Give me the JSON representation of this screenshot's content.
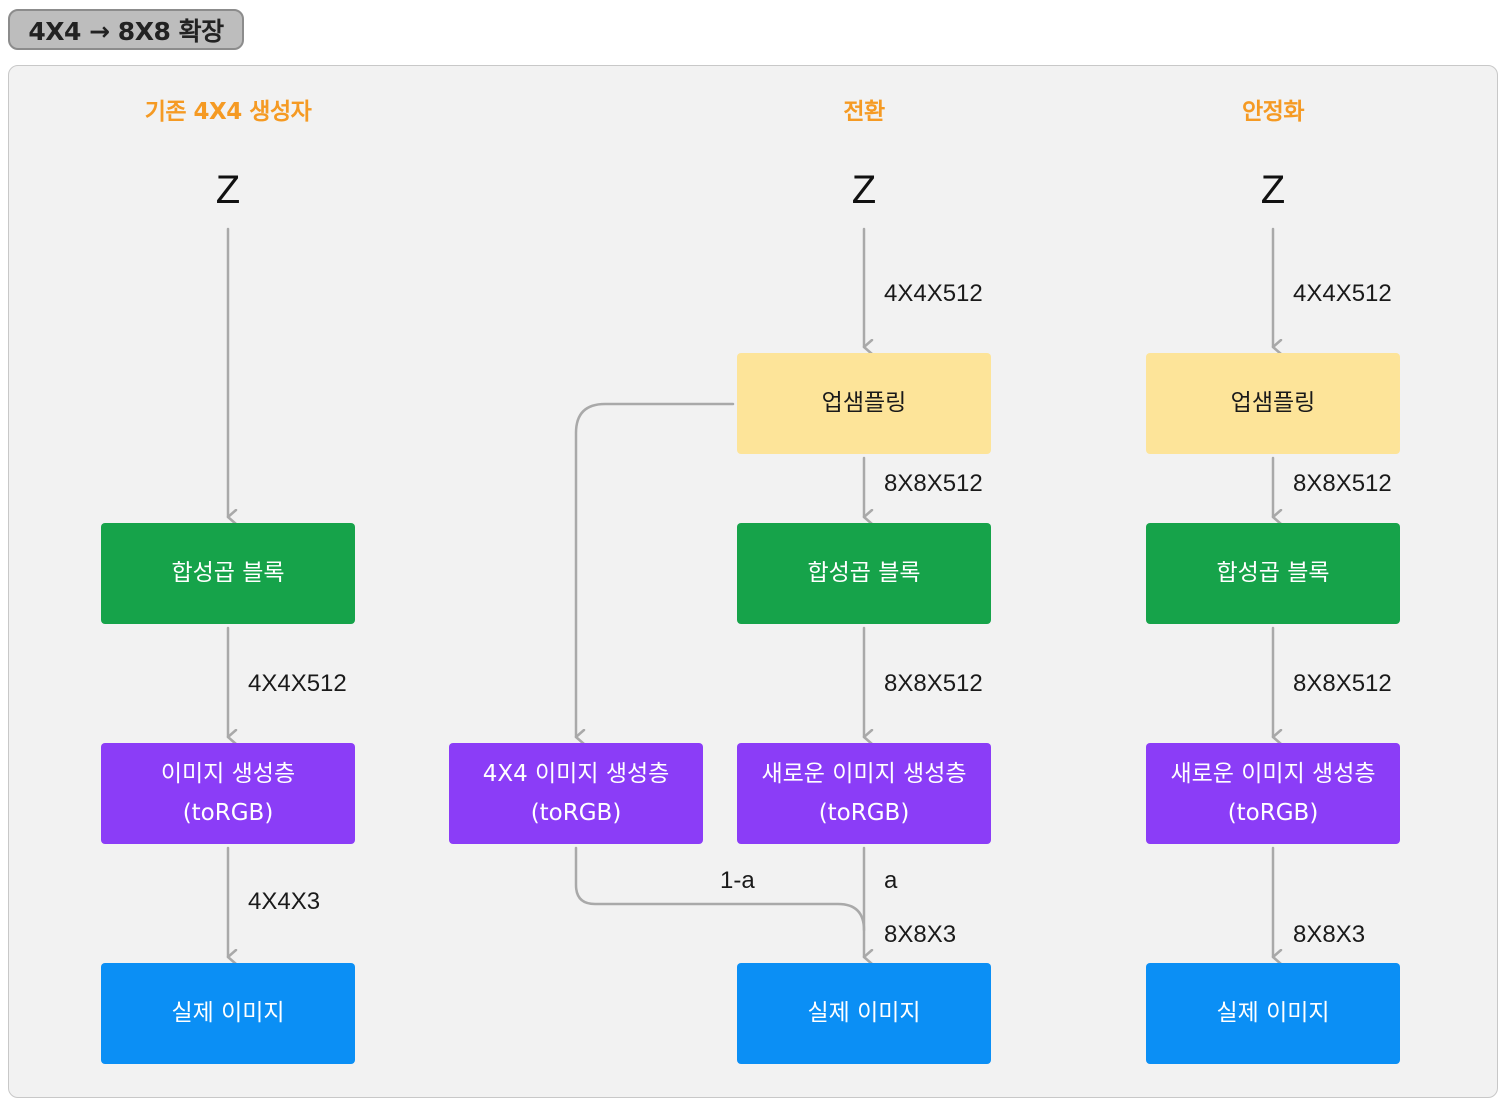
{
  "title": "4X4 → 8X8 확장",
  "columns": {
    "existing": {
      "header": "기존 4X4 생성자",
      "z": "Z",
      "conv": "합성곱 블록",
      "torgb_line1": "이미지 생성층",
      "torgb_line2": "(toRGB)",
      "real": "실제 이미지",
      "dim_conv_out": "4X4X512",
      "dim_rgb_out": "4X4X3"
    },
    "transition": {
      "header": "전환",
      "z": "Z",
      "dim_z_out": "4X4X512",
      "upsample": "업샘플링",
      "dim_up_out": "8X8X512",
      "conv": "합성곱 블록",
      "dim_conv_out": "8X8X512",
      "old_torgb_line1": "4X4 이미지 생성층",
      "old_torgb_line2": "(toRGB)",
      "new_torgb_line1": "새로운 이미지 생성층",
      "new_torgb_line2": "(toRGB)",
      "weight_old": "1-a",
      "weight_new": "a",
      "dim_rgb_out": "8X8X3",
      "real": "실제 이미지"
    },
    "stabilize": {
      "header": "안정화",
      "z": "Z",
      "dim_z_out": "4X4X512",
      "upsample": "업샘플링",
      "dim_up_out": "8X8X512",
      "conv": "합성곱 블록",
      "dim_conv_out": "8X8X512",
      "torgb_line1": "새로운 이미지 생성층",
      "torgb_line2": "(toRGB)",
      "dim_rgb_out": "8X8X3",
      "real": "실제 이미지"
    }
  },
  "colors": {
    "header": "#f59a23",
    "conv": "#16a34a",
    "upsample": "#fde499",
    "torgb": "#8b3df7",
    "real": "#0b8ff5",
    "wire": "#a9a9a9"
  }
}
